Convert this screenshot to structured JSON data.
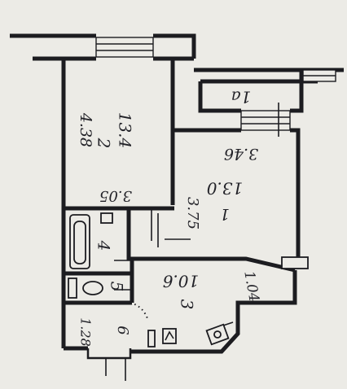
{
  "plan": {
    "rooms": [
      {
        "id": "1",
        "number": "1",
        "area": "13.0",
        "dimension": "3.46"
      },
      {
        "id": "2",
        "number": "2",
        "area": "13.4",
        "dimension": "4.38"
      },
      {
        "id": "3",
        "number": "3",
        "area": "10.6"
      },
      {
        "id": "4",
        "number": "4"
      },
      {
        "id": "5",
        "number": "5"
      },
      {
        "id": "6",
        "number": "6"
      },
      {
        "id": "1a",
        "number": "1a"
      }
    ],
    "dimensions": {
      "room2_width": "3.05",
      "room1_width": "3.75",
      "corridor": "1.04",
      "entrance": "1.28"
    }
  }
}
